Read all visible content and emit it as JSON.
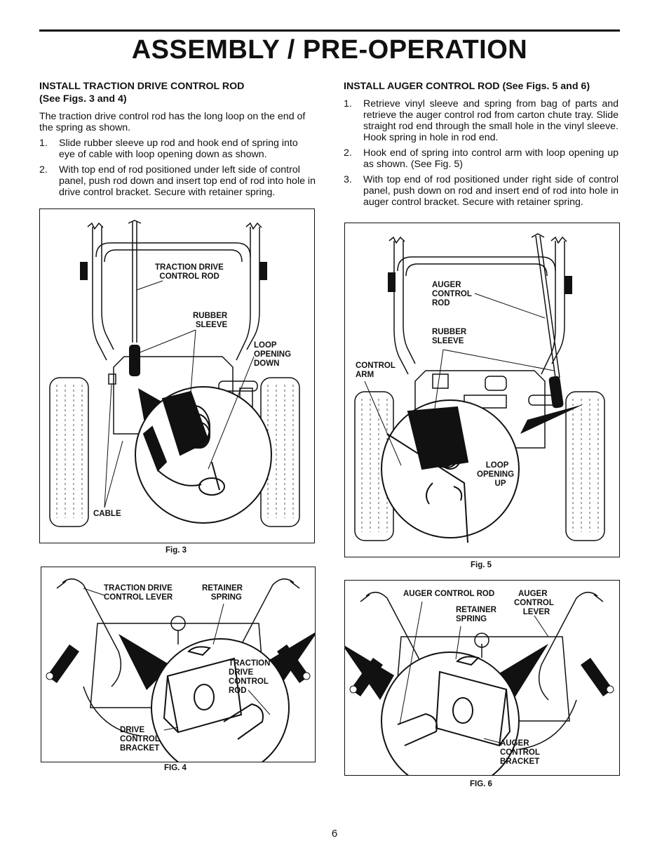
{
  "page": {
    "title": "ASSEMBLY / PRE-OPERATION",
    "page_number": "6"
  },
  "left": {
    "heading_line1": "INSTALL TRACTION DRIVE CONTROL ROD",
    "heading_line2": "(See Figs. 3 and 4)",
    "intro": "The traction drive control rod has the long loop on the end of the spring as shown.",
    "steps": [
      {
        "num": "1.",
        "text": "Slide rubber sleeve up rod and hook end of spring into eye of cable with loop opening down as shown."
      },
      {
        "num": "2.",
        "text": "With top end of rod positioned under left side of control panel, push rod down and insert top end of rod into hole in drive control bracket.  Secure with retainer spring."
      }
    ]
  },
  "right": {
    "heading": "INSTALL AUGER CONTROL ROD (See Figs. 5 and 6)",
    "steps": [
      {
        "num": "1.",
        "text": "Retrieve vinyl sleeve and spring from bag of parts and retrieve the auger control rod from carton chute tray. Slide straight rod end through the small hole in the vinyl sleeve. Hook spring in hole in rod end."
      },
      {
        "num": "2.",
        "text": "Hook end of spring into control arm with loop opening up as shown. (See Fig. 5)"
      },
      {
        "num": "3.",
        "text": "With top end of rod positioned under right side of control panel, push down on rod and insert end of rod into hole in auger control bracket.  Secure with retainer spring."
      }
    ]
  },
  "fig3": {
    "caption": "Fig. 3",
    "labels": {
      "rod": "TRACTION DRIVE\n  CONTROL ROD",
      "sleeve": "RUBBER\nSLEEVE",
      "loop": "LOOP\nOPENING\nDOWN",
      "cable": "CABLE"
    }
  },
  "fig4": {
    "caption": "FIG. 4",
    "labels": {
      "lever": "TRACTION DRIVE\nCONTROL LEVER",
      "retainer": "RETAINER\n    SPRING",
      "rod": "TRACTION\nDRIVE\nCONTROL\nROD",
      "bracket": "DRIVE\nCONTROL\nBRACKET"
    }
  },
  "fig5": {
    "caption": "Fig. 5",
    "labels": {
      "rod": "AUGER\nCONTROL\nROD",
      "sleeve": "RUBBER\nSLEEVE",
      "arm": "CONTROL\nARM",
      "loop": "    LOOP\nOPENING\n        UP"
    }
  },
  "fig6": {
    "caption": "FIG. 6",
    "labels": {
      "rod": "AUGER CONTROL ROD",
      "retainer": "RETAINER\nSPRING",
      "lever": "  AUGER\nCONTROL\n    LEVER",
      "bracket": "AUGER\nCONTROL\nBRACKET"
    }
  }
}
